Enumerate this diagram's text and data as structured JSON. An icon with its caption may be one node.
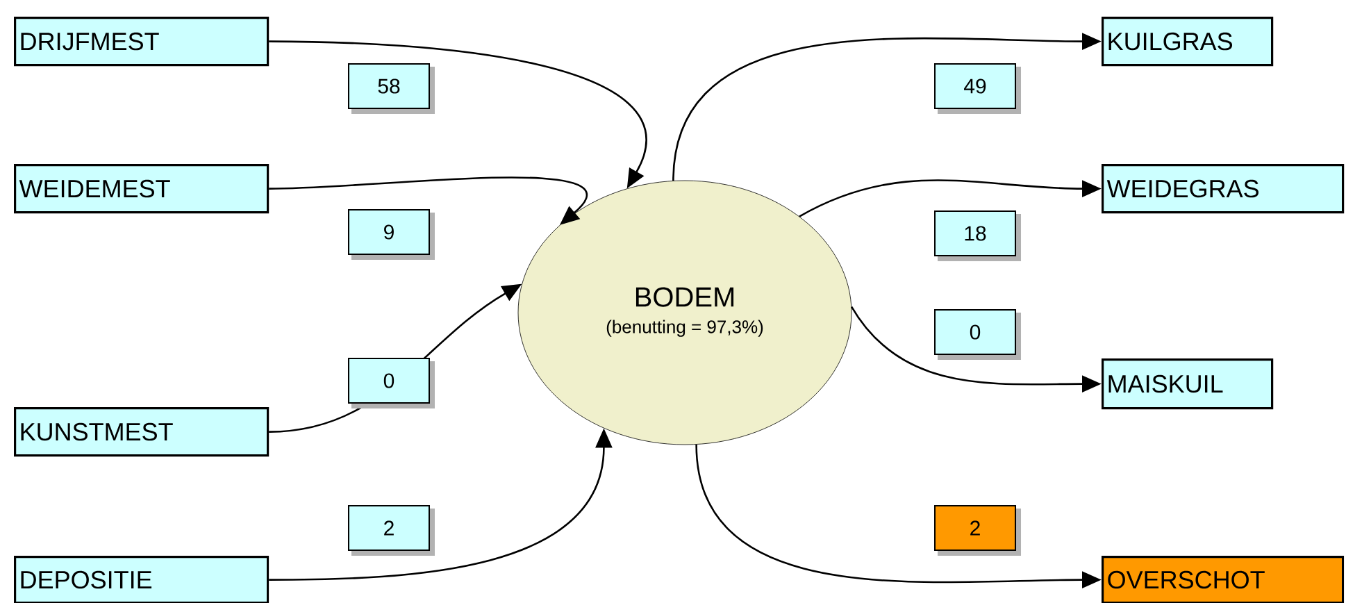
{
  "diagram": {
    "nodes": [
      {
        "text": [
          "BODEM",
          "(benutting = 97,3%)"
        ]
      },
      {
        "text": [
          "DRIJFMEST"
        ]
      },
      {
        "text": [
          "WEIDEMEST"
        ]
      },
      {
        "text": [
          "KUNSTMEST"
        ]
      },
      {
        "text": [
          "DEPOSITIE"
        ]
      },
      {
        "text": [
          "KUILGRAS"
        ]
      },
      {
        "text": [
          "WEIDEGRAS"
        ]
      },
      {
        "text": [
          "MAISKUIL"
        ]
      },
      {
        "text": [
          "OVERSCHOT"
        ]
      }
    ],
    "edges": [
      {
        "from": 1,
        "to": 0,
        "arrow": "to",
        "label": "58"
      },
      {
        "from": 2,
        "to": 0,
        "arrow": "to",
        "label": "9"
      },
      {
        "from": 3,
        "to": 0,
        "arrow": "to",
        "label": "0"
      },
      {
        "from": 4,
        "to": 0,
        "arrow": "to",
        "label": "2"
      },
      {
        "from": 0,
        "to": 5,
        "arrow": "to",
        "label": "49"
      },
      {
        "from": 0,
        "to": 6,
        "arrow": "to",
        "label": "18"
      },
      {
        "from": 0,
        "to": 7,
        "arrow": "to",
        "label": "0"
      },
      {
        "from": 0,
        "to": 8,
        "arrow": "to",
        "label": "2"
      }
    ]
  }
}
